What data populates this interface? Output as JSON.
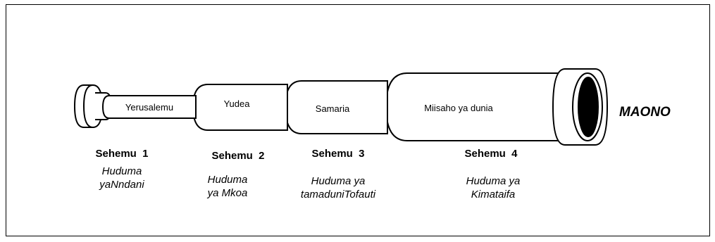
{
  "diagram": {
    "segments": [
      {
        "label": "Yerusalemu"
      },
      {
        "label": "Yudea"
      },
      {
        "label": "Samaria"
      },
      {
        "label": "Miisaho ya dunia"
      }
    ],
    "end_label": "MAONO",
    "sections": [
      {
        "title": "Sehemu  1",
        "sub_line1": "Huduma",
        "sub_line2": "yaNndani"
      },
      {
        "title": "Sehemu  2",
        "sub_line1": "Huduma",
        "sub_line2": "ya Mkoa"
      },
      {
        "title": "Sehemu  3",
        "sub_line1": "Huduma ya",
        "sub_line2": "tamaduniTofauti"
      },
      {
        "title": "Sehemu  4",
        "sub_line1": "Huduma ya",
        "sub_line2": "Kimataifa"
      }
    ]
  }
}
